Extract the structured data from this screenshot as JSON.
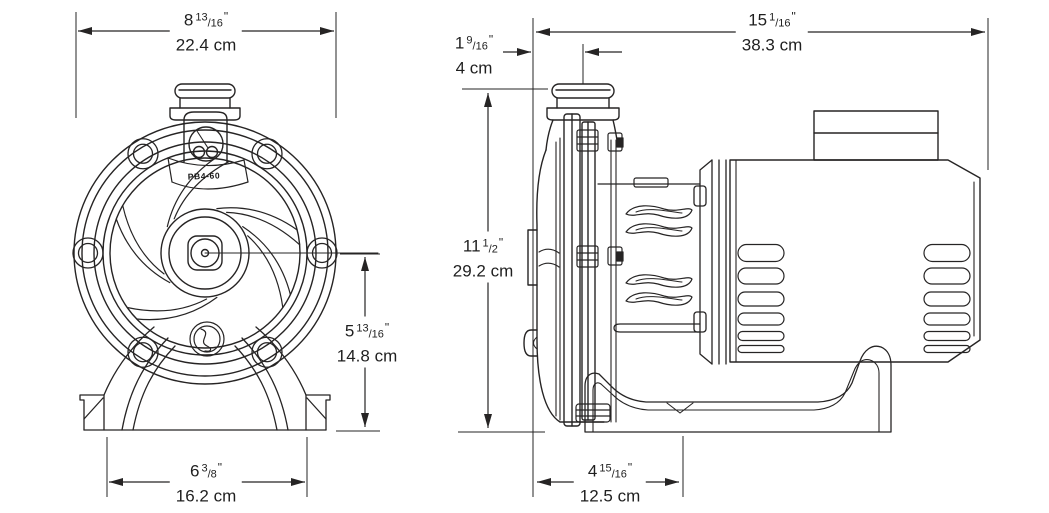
{
  "diagram": {
    "pump_model_label": "PB4-60"
  },
  "dimensions": {
    "front_width": {
      "whole": "8",
      "num": "13",
      "den": "/16",
      "mark": "\"",
      "cm": "22.4 cm"
    },
    "front_center_height": {
      "whole": "5",
      "num": "13",
      "den": "/16",
      "mark": "\"",
      "cm": "14.8 cm"
    },
    "front_base_width": {
      "whole": "6",
      "num": "3",
      "den": "/8",
      "mark": "\"",
      "cm": "16.2 cm"
    },
    "side_port_offset": {
      "whole": "1",
      "num": "9",
      "den": "/16",
      "mark": "\"",
      "cm": "4 cm"
    },
    "side_overall_length": {
      "whole": "15",
      "num": "1",
      "den": "/16",
      "mark": "\"",
      "cm": "38.3 cm"
    },
    "side_overall_height": {
      "whole": "11",
      "num": "1",
      "den": "/2",
      "mark": "\"",
      "cm": "29.2 cm"
    },
    "side_base_offset": {
      "whole": "4",
      "num": "15",
      "den": "/16",
      "mark": "\"",
      "cm": "12.5 cm"
    }
  }
}
